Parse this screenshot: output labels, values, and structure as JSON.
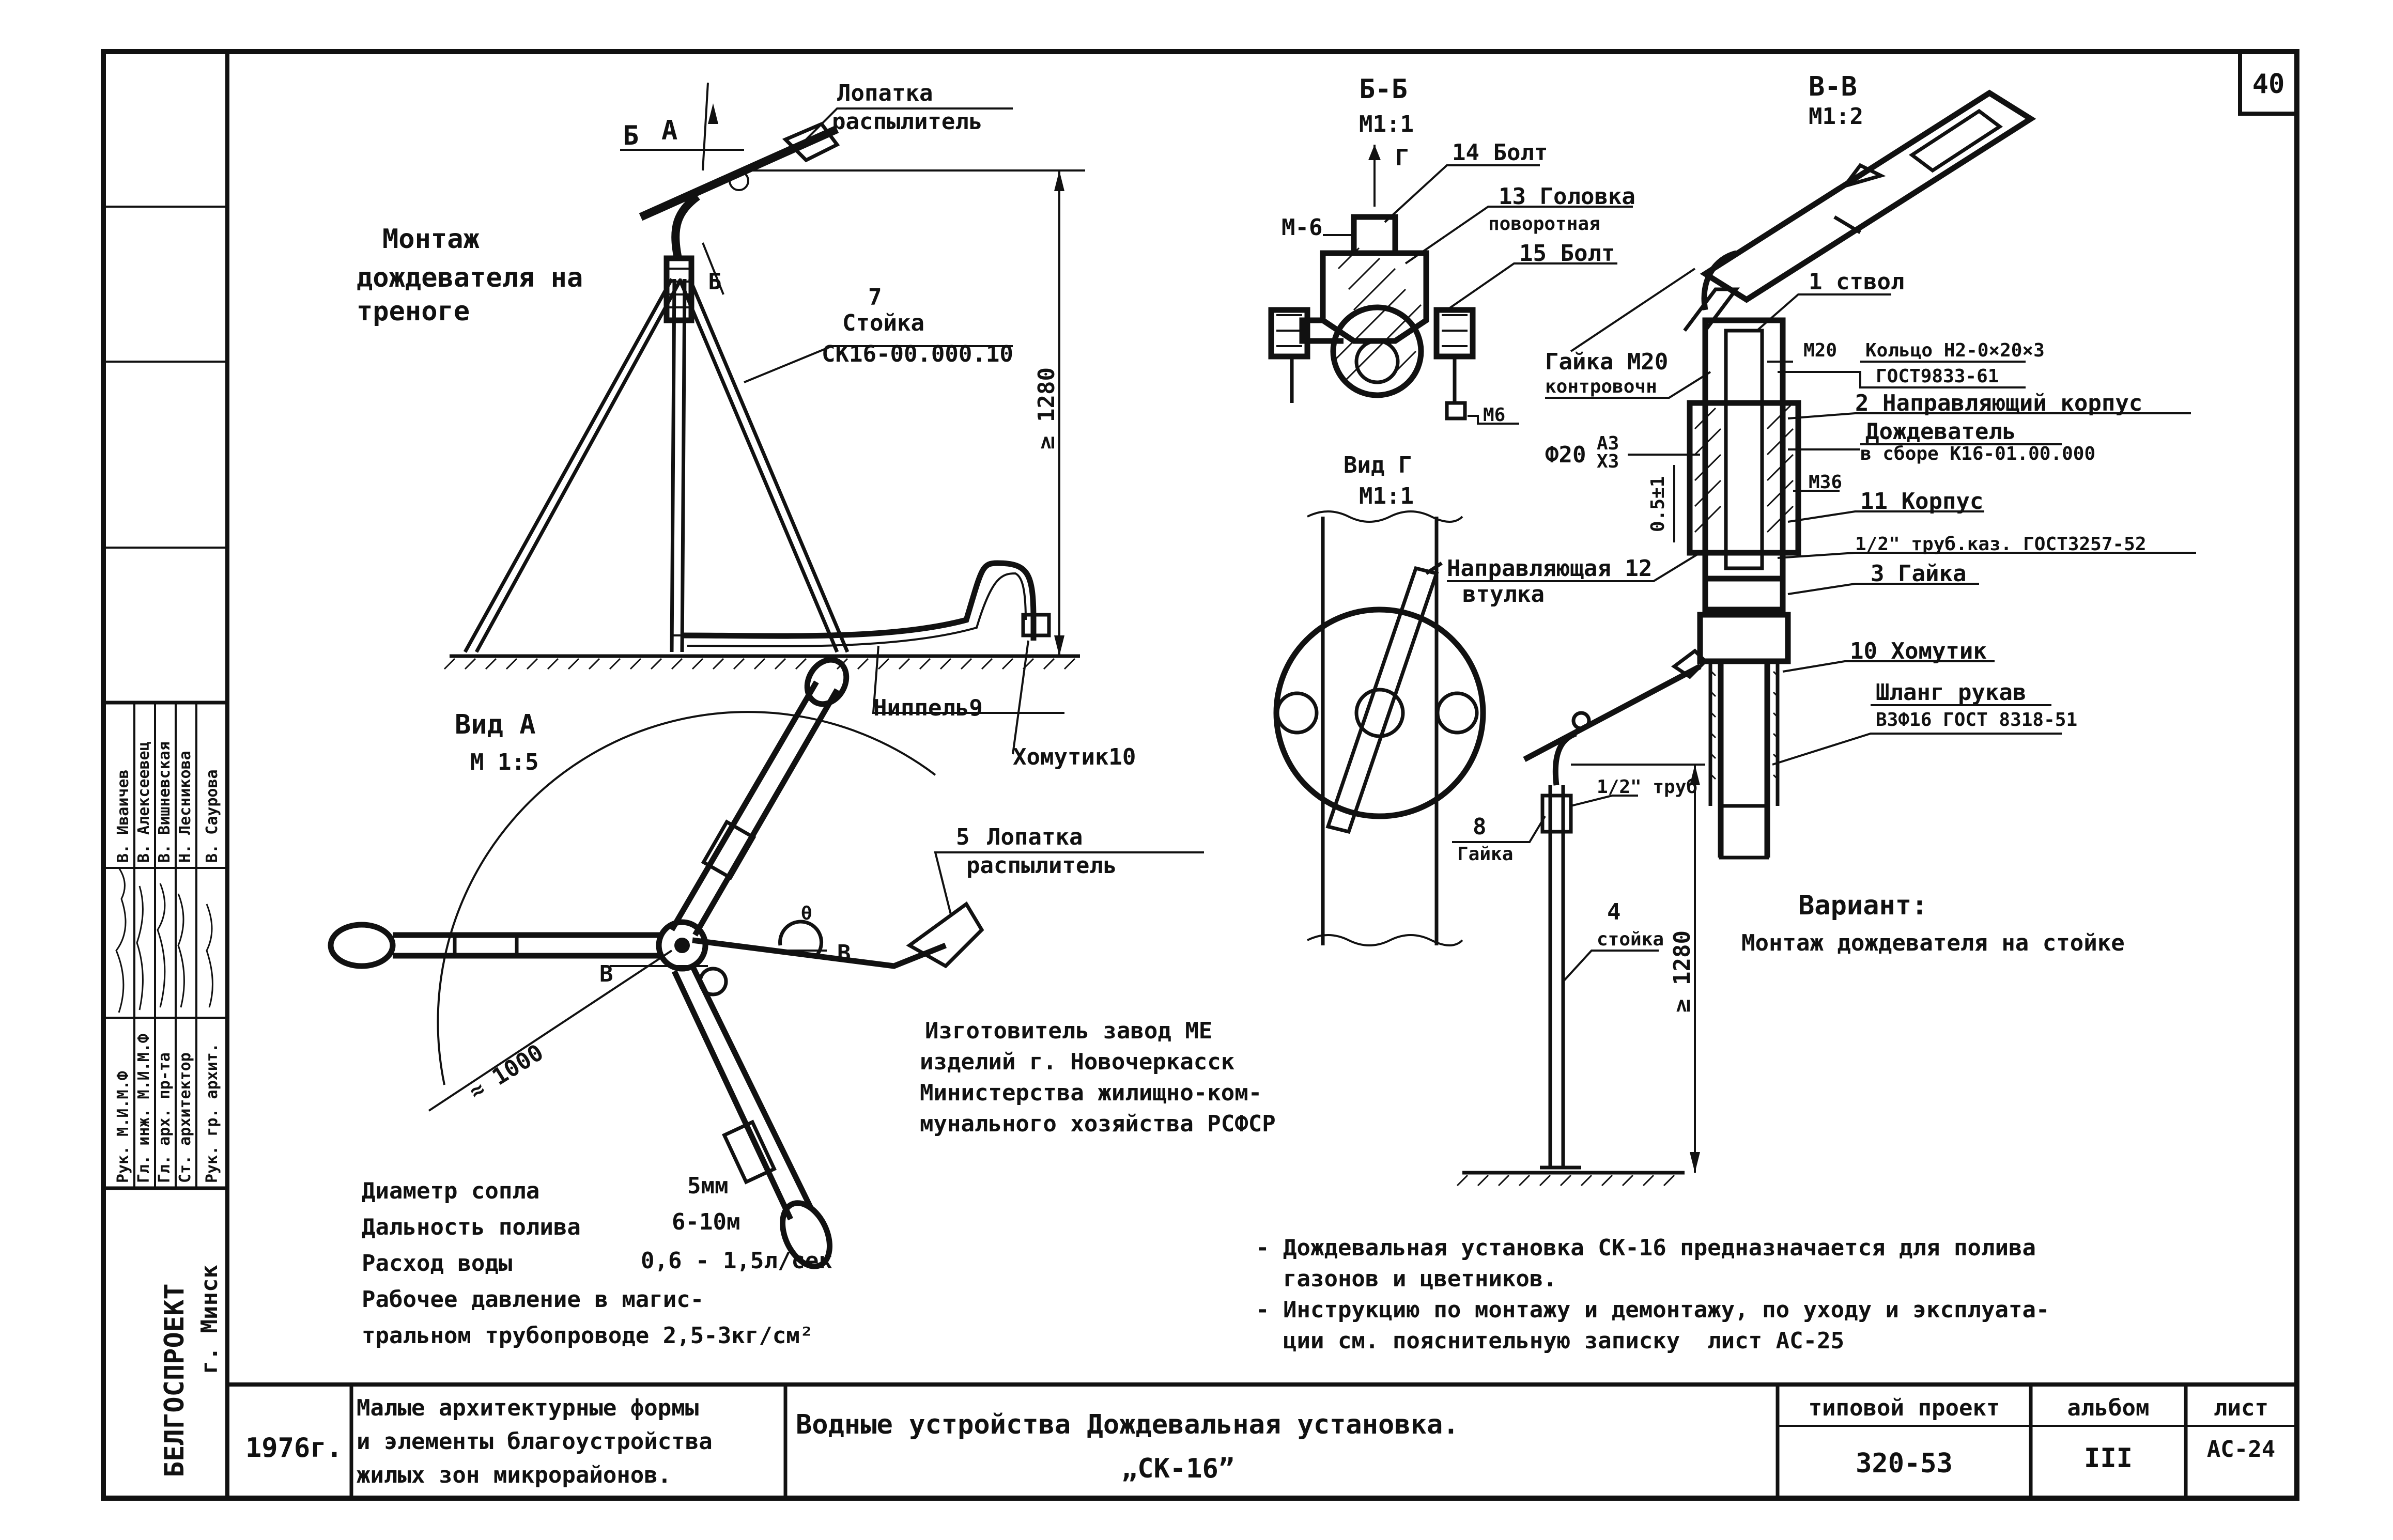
{
  "sheet_number": "40",
  "left_column": {
    "org": "БЕЛГОСПРОЕКТ",
    "city": "г. Минск",
    "roles": [
      "Рук. М.И.М.Ф",
      "Гл. инж. М.И.М.Ф",
      "Гл. арх. пр-та",
      "Ст. архитектор",
      "Рук. гр. архит."
    ],
    "names": [
      "В. Иваичев",
      "В. Алексеевец",
      "В. Вишневская",
      "Н. Лесникова",
      "В. Саурова"
    ]
  },
  "tripod": {
    "title": "Монтаж дождевателя на треноге",
    "title_lines": [
      "Монтаж",
      "дождевателя на",
      "треноге"
    ],
    "sec_b": "Б",
    "sec_a": "А",
    "sec_beta": "Б",
    "blade": [
      "Лопатка",
      "распылитель"
    ],
    "post_num": "7",
    "post_name": "Стойка",
    "post_code": "СК16-00.000.10",
    "height": "≥ 1280",
    "nipple": "Ниппель9",
    "clamp": "Хомутик10"
  },
  "view_a": {
    "title": "Вид А",
    "scale": "М 1:5",
    "blade_num": "5",
    "blade": [
      "Лопатка",
      "распылитель"
    ],
    "radius": "≈ 1000",
    "b1": "В",
    "b2": "В",
    "theta": "θ"
  },
  "specs": [
    {
      "label": "Диаметр сопла",
      "value": "5мм"
    },
    {
      "label": "Дальность полива",
      "value": "6-10м"
    },
    {
      "label": "Расход воды",
      "value": "0,6 - 1,5л/сек"
    }
  ],
  "pressure": [
    "Рабочее давление в магис-",
    "тральном трубопроводе 2,5-3кг/см²"
  ],
  "manufacturer": [
    "Изготовитель  завод  МЕ",
    "изделий  г. Новочеркасск",
    "Министерства  жилищно-ком-",
    "мунального хозяйства  РСФСР"
  ],
  "section_bb": {
    "title": "Б-Б",
    "scale": "М1:1",
    "g": "Г",
    "m6a": "М-6",
    "m6b": "М6",
    "bolt14": "14 Болт",
    "head13": [
      "13 Головка",
      "поворотная"
    ],
    "bolt15": "15 Болт"
  },
  "view_g": {
    "title": "Вид Г",
    "scale": "М1:1"
  },
  "section_vv": {
    "title": "В-В",
    "scale": "М1:2",
    "barrel": "1 ствол",
    "m20": "М20",
    "ring": "Кольцо Н2-0×20×3",
    "ring_gost": "ГОСТ9833-61",
    "nut_m20": [
      "Гайка М20",
      "контровочн"
    ],
    "guide_body": "2 Направляющий корпус",
    "sprinkler": [
      "Дождеватель",
      "в сборе К16-01.00.000"
    ],
    "phi": "Ф20",
    "fit": [
      "A3",
      "X3"
    ],
    "gap": "0.5±1",
    "m36": "М36",
    "body11": "11 Корпус",
    "pipe": "1/2\" труб.каз. ГОСТ3257-52",
    "nut3": "3 Гайка",
    "bushing": [
      "Направляющая 12",
      "втулка"
    ],
    "clamp10": "10 Хомутик",
    "hose": [
      "Шланг рукав",
      "В3Ф16 ГОСТ 8318-51"
    ]
  },
  "post_variant": {
    "nut_num": "8",
    "nut": "Гайка",
    "pipe": "1/2\" труб",
    "post_num": "4",
    "post": "стойка",
    "height": "≥ 1280",
    "caption": [
      "Вариант:",
      "Монтаж дождевателя на стойке"
    ]
  },
  "notes": [
    "- Дождевальная установка СК-16 предназначается для полива",
    "  газонов и цветников.",
    "- Инструкцию по монтажу и демонтажу, по уходу и эксплуата-",
    "  ции см. пояснительную записку  лист АС-25"
  ],
  "title_block": {
    "year": "1976г.",
    "series": [
      "Малые архитектурные формы",
      "и элементы благоустройства",
      "жилых зон микрорайонов."
    ],
    "title_line1": "Водные устройства  Дождевальная установка.",
    "title_line2": "„СК-16”",
    "project_label": "типовой проект",
    "project_value": "320-53",
    "album_label": "альбом",
    "album_value": "III",
    "sheet_label": "лист",
    "sheet_value": "АС-24"
  }
}
